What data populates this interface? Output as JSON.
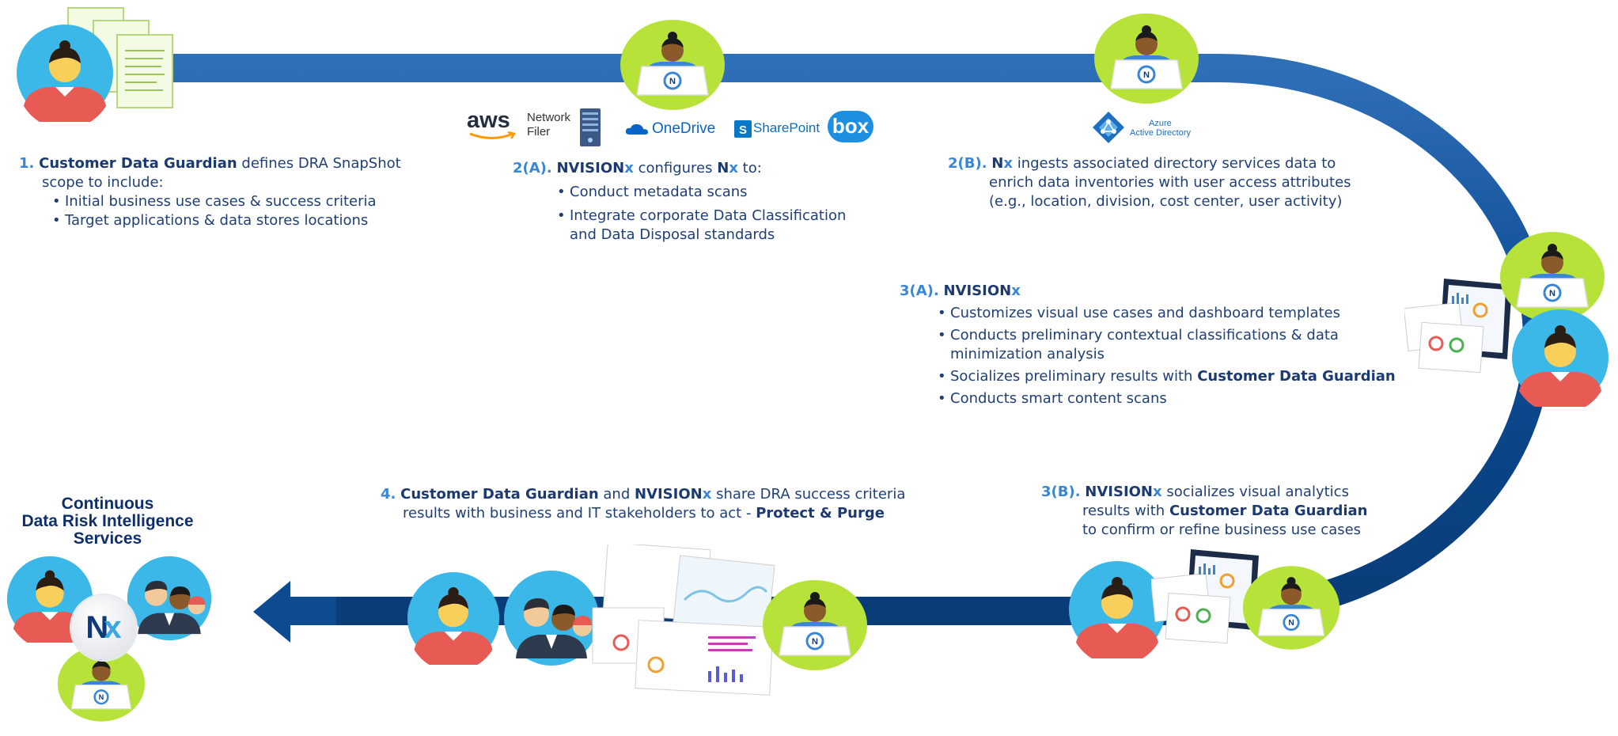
{
  "step1": {
    "num": "1.",
    "actor": "Customer Data Guardian",
    "text_a": " defines DRA SnapShot",
    "text_b": "scope to include:",
    "bullets": [
      "Initial business use cases & success criteria",
      "Target applications & data stores locations"
    ]
  },
  "step2a": {
    "num": "2(A).",
    "actor": "NVISION",
    "actor_x": "x",
    "mid": " configures ",
    "n": "N",
    "n_x": "x",
    "end": " to:",
    "bullets": [
      "Conduct metadata scans",
      "Integrate corporate Data Classification",
      "and Data Disposal standards"
    ]
  },
  "step2b": {
    "num": "2(B).",
    "n": "N",
    "n_x": "x",
    "line1": " ingests associated directory services data to",
    "line2": "enrich data inventories with user access attributes",
    "line3": "(e.g., location, division, cost center, user activity)"
  },
  "step3a": {
    "num": "3(A).",
    "actor": "NVISION",
    "actor_x": "x",
    "bullets": [
      "Customizes visual use cases and dashboard templates",
      "Conducts preliminary contextual classifications & data",
      "minimization analysis",
      "Socializes preliminary results with ",
      "Conducts smart content scans"
    ],
    "guardian": "Customer Data Guardian"
  },
  "step3b": {
    "num": "3(B).",
    "actor": "NVISION",
    "actor_x": "x",
    "line1": " socializes visual analytics",
    "line2a": "results with ",
    "line2b": "Customer Data Guardian",
    "line3": "to confirm or refine business use cases"
  },
  "step4": {
    "num": "4.",
    "actor1": "Customer Data Guardian",
    "and": " and ",
    "actor2": "NVISION",
    "actor2_x": "x",
    "line1": " share DRA success criteria",
    "line2a": "results with business and IT stakeholders to act - ",
    "line2b": "Protect & Purge"
  },
  "outcome": {
    "lines": [
      "Continuous",
      "Data Risk Intelligence",
      "Services"
    ]
  },
  "logos": {
    "aws": "aws",
    "network_filer": [
      "Network",
      "Filer"
    ],
    "onedrive": "OneDrive",
    "sharepoint": "SharePoint",
    "box": "box",
    "azure": [
      "Azure",
      "Active Directory"
    ]
  },
  "badge": "N",
  "nx_logo": [
    "N",
    "x"
  ],
  "colors": {
    "track": "#0d4a8f",
    "accent": "#3a86d6",
    "text": "#1f3f75",
    "cyan_avatar": "#3bb8e8",
    "lime_avatar": "#b7e23a",
    "shirt": "#e85b55"
  }
}
